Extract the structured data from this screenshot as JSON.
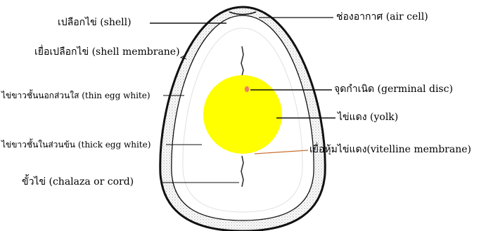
{
  "labels": {
    "shell": "เปลือกไข่ (shell)",
    "shell_membrane": "เยื่อเปลือกไข่ (shell membrane)",
    "thin_white": "ไข่ขาวชั้นนอกส่วนใส (thin egg white)",
    "thick_white": "ไข่ขาวชั้นในส่วนข้น (thick egg white)",
    "chalaza": "ขั้วไข่ (chalaza or cord)",
    "air_cell": "ช่องอากาศ (air cell)",
    "germinal_disc": "จุดกำเนิด (germinal disc)",
    "yolk": "ไข่แดง (yolk)",
    "vitelline": "เยื่อหุ้มไข่แดง(vitelline membrane)"
  },
  "colors": {
    "yolk": "#ffff00",
    "germinal_disc": "#f08060",
    "outline": "#111111",
    "shell_stipple": "#d4d4d4"
  }
}
